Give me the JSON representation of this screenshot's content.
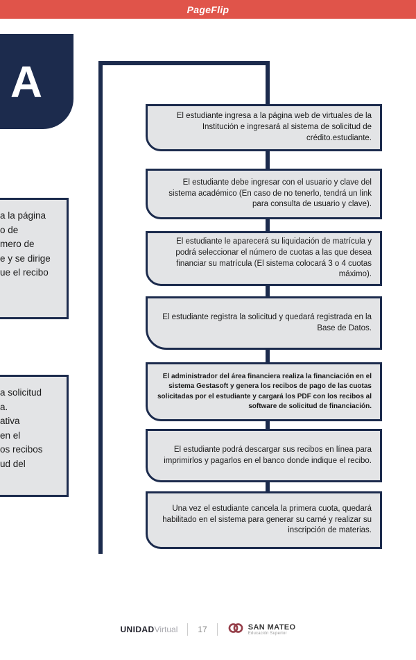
{
  "header": {
    "title": "PageFlip"
  },
  "corner": {
    "letter": "A"
  },
  "colors": {
    "header_bg": "#e0544a",
    "navy": "#1c2b4d",
    "box_fill": "#e3e4e6",
    "logo_red": "#963f4a"
  },
  "left_boxes": [
    {
      "lines": [
        "a la página",
        "o de",
        "mero de",
        "e y se dirige",
        "ue el recibo"
      ]
    },
    {
      "lines": [
        "a solicitud",
        "a.",
        "ativa",
        "en el",
        "os recibos",
        "ud del"
      ]
    }
  ],
  "flow_boxes": [
    {
      "text": "El estudiante ingresa a la página web de virtuales de la Institución e ingresará al sistema de solicitud de crédito.estudiante."
    },
    {
      "text": "El estudiante debe ingresar con el usuario y clave del sistema académico (En caso de no tenerlo, tendrá un link para consulta de usuario y clave)."
    },
    {
      "text": "El estudiante le aparecerá su liquidación de matrícula y podrá seleccionar el número de cuotas a las que desea financiar su matrícula (El sistema colocará 3 o 4 cuotas máximo)."
    },
    {
      "text": "El estudiante registra la solicitud y quedará registrada en la Base de Datos."
    },
    {
      "text": "El administrador del área financiera realiza la financiación en el sistema Gestasoft y genera los recibos de pago de las cuotas solicitadas por el estudiante y cargará los PDF con los recibos al software de solicitud de financiación."
    },
    {
      "text": "El estudiante podrá descargar sus recibos en línea para imprimirlos y pagarlos en el banco donde indique el recibo."
    },
    {
      "text": "Una vez el estudiante cancela la primera cuota, quedará habilitado en el sistema para generar su carné y realizar su inscripción de materias."
    }
  ],
  "footer": {
    "brand_bold": "UNIDAD",
    "brand_light": "Virtual",
    "page_number": "17",
    "logo_title": "SAN MATEO",
    "logo_subtitle": "Educación Superior"
  }
}
